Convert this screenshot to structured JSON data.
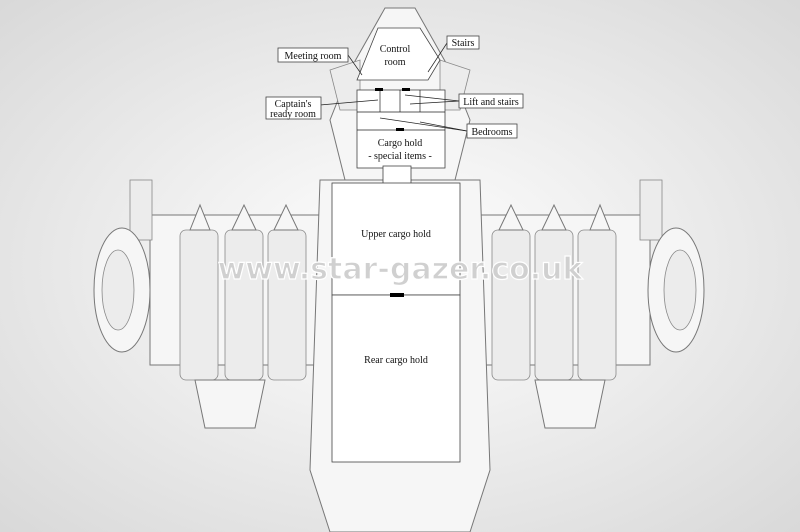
{
  "diagram": {
    "labels": {
      "meeting_room": "Meeting room",
      "control_room_1": "Control",
      "control_room_2": "room",
      "stairs": "Stairs",
      "captains_ready_room_1": "Captain's",
      "captains_ready_room_2": "ready room",
      "lift_and_stairs": "Lift and stairs",
      "bedrooms": "Bedrooms",
      "cargo_hold": "Cargo hold",
      "special_items": "- special items -",
      "upper_cargo_hold": "Upper cargo hold",
      "rear_cargo_hold": "Rear cargo hold"
    },
    "watermark": "www.star-gazer.co.uk"
  }
}
